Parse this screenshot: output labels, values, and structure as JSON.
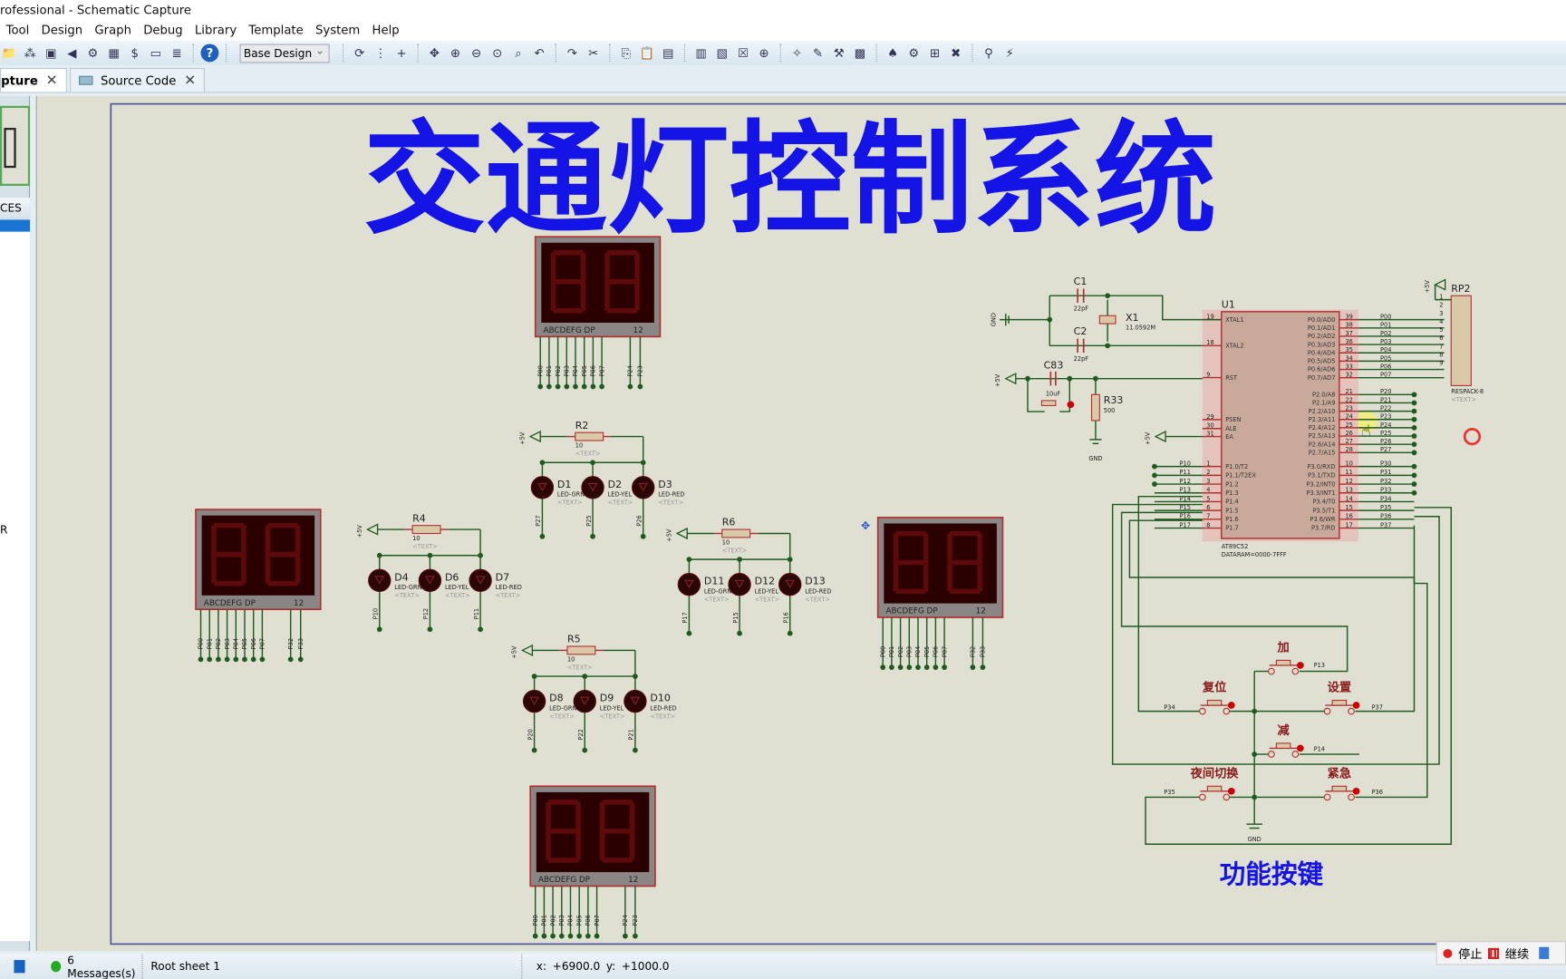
{
  "window": {
    "title": "rofessional - Schematic Capture"
  },
  "menu": [
    "Tool",
    "Design",
    "Graph",
    "Debug",
    "Library",
    "Template",
    "System",
    "Help"
  ],
  "toolbar": {
    "layer_select": "Base Design",
    "icons_left": [
      "📁",
      "⁂",
      "▣",
      "◀",
      "⚙",
      "▦",
      "$",
      "▭",
      "≣"
    ],
    "help": "?",
    "icons_right": [
      "⟳",
      "⋮",
      "+",
      "✥",
      "⊕",
      "⊖",
      "⊙",
      "⌕",
      "↶",
      "↷",
      "✂",
      "⎘",
      "📋",
      "▤",
      "▥",
      "▧",
      "☒",
      "⊕",
      "✧",
      "✎",
      "⚒",
      "▩",
      "♠",
      "⚙",
      "⊞",
      "✖",
      "⚲",
      "⚡"
    ]
  },
  "tabs": [
    {
      "label": "pture"
    },
    {
      "label": "Source Code"
    }
  ],
  "left_panel": {
    "header": "CES",
    "side_label": "R"
  },
  "schematic": {
    "title": "交通灯控制系统",
    "subtitle": "功能按键",
    "display_labels": {
      "segments": "ABCDEFG  DP",
      "digits": "12",
      "glyph": "88"
    },
    "displays": [
      {
        "pins": [
          "P00",
          "P01",
          "P02",
          "P03",
          "P04",
          "P05",
          "P06",
          "P07"
        ],
        "com": [
          "P24",
          "P23"
        ]
      },
      {
        "pins": [
          "P00",
          "P01",
          "P02",
          "P03",
          "P04",
          "P05",
          "P06",
          "P07"
        ],
        "com": [
          "P32",
          "P33"
        ]
      },
      {
        "pins": [
          "P00",
          "P01",
          "P02",
          "P03",
          "P04",
          "P05",
          "P06",
          "P07"
        ],
        "com": [
          "P32",
          "P33"
        ]
      },
      {
        "pins": [
          "P00",
          "P01",
          "P02",
          "P03",
          "P04",
          "P05",
          "P06",
          "P07"
        ],
        "com": [
          "P24",
          "P23"
        ]
      }
    ],
    "power_label": "+5V",
    "gnd_label": "GND",
    "text_placeholder": "<TEXT>",
    "led_groups": [
      {
        "resistor": "R2",
        "value": "10",
        "leds": [
          {
            "ref": "D1",
            "type": "LED-GRN",
            "net": "P27"
          },
          {
            "ref": "D2",
            "type": "LED-YEL",
            "net": "P25"
          },
          {
            "ref": "D3",
            "type": "LED-RED",
            "net": "P26"
          }
        ]
      },
      {
        "resistor": "R4",
        "value": "10",
        "leds": [
          {
            "ref": "D4",
            "type": "LED-GRN",
            "net": "P10"
          },
          {
            "ref": "D6",
            "type": "LED-YEL",
            "net": "P12"
          },
          {
            "ref": "D7",
            "type": "LED-RED",
            "net": "P11"
          }
        ]
      },
      {
        "resistor": "R6",
        "value": "10",
        "leds": [
          {
            "ref": "D11",
            "type": "LED-GRN",
            "net": "P17"
          },
          {
            "ref": "D12",
            "type": "LED-YEL",
            "net": "P15"
          },
          {
            "ref": "D13",
            "type": "LED-RED",
            "net": "P16"
          }
        ]
      },
      {
        "resistor": "R5",
        "value": "10",
        "leds": [
          {
            "ref": "D8",
            "type": "LED-GRN",
            "net": "P20"
          },
          {
            "ref": "D9",
            "type": "LED-YEL",
            "net": "P22"
          },
          {
            "ref": "D10",
            "type": "LED-RED",
            "net": "P21"
          }
        ]
      }
    ],
    "mcu": {
      "ref": "U1",
      "part": "AT89C52",
      "note": "DATARAM=0000-7FFF",
      "left_pins": [
        {
          "num": "19",
          "name": "XTAL1"
        },
        {
          "num": "18",
          "name": "XTAL2"
        },
        {
          "num": "9",
          "name": "RST"
        },
        {
          "num": "29",
          "name": "PSEN"
        },
        {
          "num": "30",
          "name": "ALE"
        },
        {
          "num": "31",
          "name": "EA"
        },
        {
          "num": "1",
          "name": "P1.0/T2",
          "net": "P10"
        },
        {
          "num": "2",
          "name": "P1.1/T2EX",
          "net": "P11"
        },
        {
          "num": "3",
          "name": "P1.2",
          "net": "P12"
        },
        {
          "num": "4",
          "name": "P1.3",
          "net": "P13"
        },
        {
          "num": "5",
          "name": "P1.4",
          "net": "P14"
        },
        {
          "num": "6",
          "name": "P1.5",
          "net": "P15"
        },
        {
          "num": "7",
          "name": "P1.6",
          "net": "P16"
        },
        {
          "num": "8",
          "name": "P1.7",
          "net": "P17"
        }
      ],
      "right_pins": [
        {
          "num": "39",
          "name": "P0.0/AD0",
          "net": "P00"
        },
        {
          "num": "38",
          "name": "P0.1/AD1",
          "net": "P01"
        },
        {
          "num": "37",
          "name": "P0.2/AD2",
          "net": "P02"
        },
        {
          "num": "36",
          "name": "P0.3/AD3",
          "net": "P03"
        },
        {
          "num": "35",
          "name": "P0.4/AD4",
          "net": "P04"
        },
        {
          "num": "34",
          "name": "P0.5/AD5",
          "net": "P05"
        },
        {
          "num": "33",
          "name": "P0.6/AD6",
          "net": "P06"
        },
        {
          "num": "32",
          "name": "P0.7/AD7",
          "net": "P07"
        },
        {
          "num": "21",
          "name": "P2.0/A8",
          "net": "P20"
        },
        {
          "num": "22",
          "name": "P2.1/A9",
          "net": "P21"
        },
        {
          "num": "23",
          "name": "P2.2/A10",
          "net": "P22"
        },
        {
          "num": "24",
          "name": "P2.3/A11",
          "net": "P23"
        },
        {
          "num": "25",
          "name": "P2.4/A12",
          "net": "P24"
        },
        {
          "num": "26",
          "name": "P2.5/A13",
          "net": "P25"
        },
        {
          "num": "27",
          "name": "P2.6/A14",
          "net": "P26"
        },
        {
          "num": "28",
          "name": "P2.7/A15",
          "net": "P27"
        },
        {
          "num": "10",
          "name": "P3.0/RXD",
          "net": "P30"
        },
        {
          "num": "11",
          "name": "P3.1/TXD",
          "net": "P31"
        },
        {
          "num": "12",
          "name": "P3.2/INT0",
          "net": "P32"
        },
        {
          "num": "13",
          "name": "P3.3/INT1",
          "net": "P33"
        },
        {
          "num": "14",
          "name": "P3.4/T0",
          "net": "P34"
        },
        {
          "num": "15",
          "name": "P3.5/T1",
          "net": "P35"
        },
        {
          "num": "16",
          "name": "P3.6/WR",
          "net": "P36"
        },
        {
          "num": "17",
          "name": "P3.7/RD",
          "net": "P37"
        }
      ]
    },
    "crystal": {
      "ref": "X1",
      "value": "11.0592M"
    },
    "caps": [
      {
        "ref": "C1",
        "value": "22pF"
      },
      {
        "ref": "C2",
        "value": "22pF"
      },
      {
        "ref": "C83",
        "value": "10uF"
      }
    ],
    "reset_resistor": {
      "ref": "R33",
      "value": "500"
    },
    "respack": {
      "ref": "RP2",
      "part": "RESPACK-8",
      "pin_nums": [
        "1",
        "2",
        "3",
        "4",
        "5",
        "6",
        "7",
        "8",
        "9"
      ]
    },
    "buttons": [
      {
        "label": "加",
        "net": "P13"
      },
      {
        "label": "复位",
        "net": "P34"
      },
      {
        "label": "设置",
        "net": "P37"
      },
      {
        "label": "减",
        "net": "P14"
      },
      {
        "label": "夜间切换",
        "net": "P35"
      },
      {
        "label": "紧急",
        "net": "P36"
      }
    ]
  },
  "status": {
    "messages": "6 Messages(s)",
    "sheet": "Root sheet 1",
    "x_label": "x:",
    "x": "+6900.0",
    "y_label": "y:",
    "y": "+1000.0"
  },
  "sim": {
    "stop": "停止",
    "continue": "继续"
  },
  "colors": {
    "wire": "#1f5a1f",
    "component": "#b03030",
    "title": "#1414e6",
    "sheet_border": "#5050a0"
  }
}
